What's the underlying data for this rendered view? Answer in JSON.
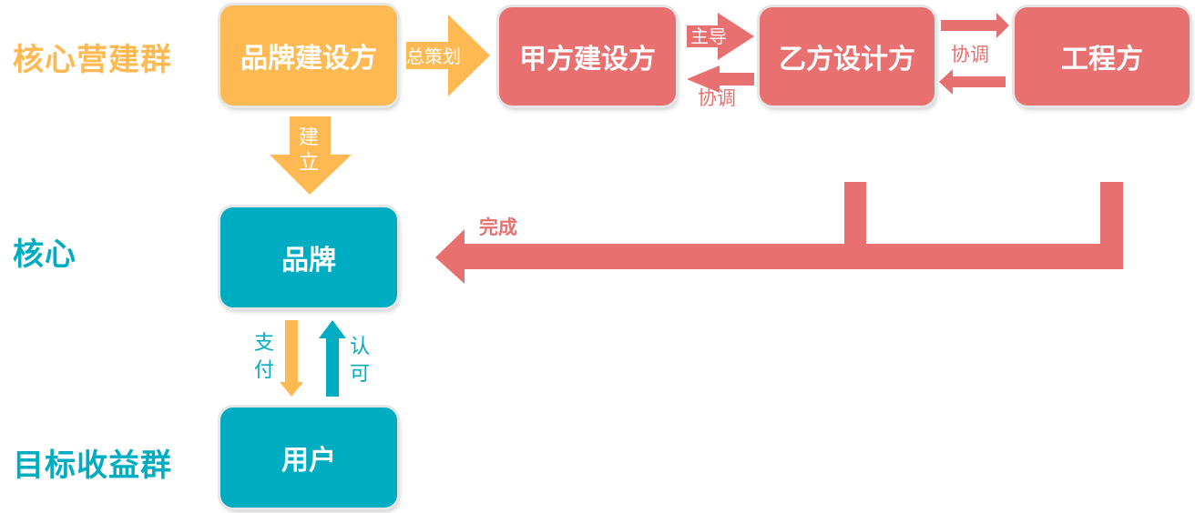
{
  "groups": {
    "core_builders": "核心营建群",
    "core": "核心",
    "target_beneficiaries": "目标收益群"
  },
  "nodes": {
    "brand_builder": "品牌建设方",
    "party_a": "甲方建设方",
    "party_b_designer": "乙方设计方",
    "engineering": "工程方",
    "brand": "品牌",
    "user": "用户"
  },
  "edges": {
    "overall_planning": "总策划",
    "lead": "主导",
    "coordinate_1": "协调",
    "coordinate_2": "协调",
    "establish_1": "建",
    "establish_2": "立",
    "complete": "完成",
    "pay_1": "支",
    "pay_2": "付",
    "approve_1": "认",
    "approve_2": "可"
  },
  "colors": {
    "orange": "#ffb952",
    "red": "#e87070",
    "teal": "#00acc1"
  }
}
